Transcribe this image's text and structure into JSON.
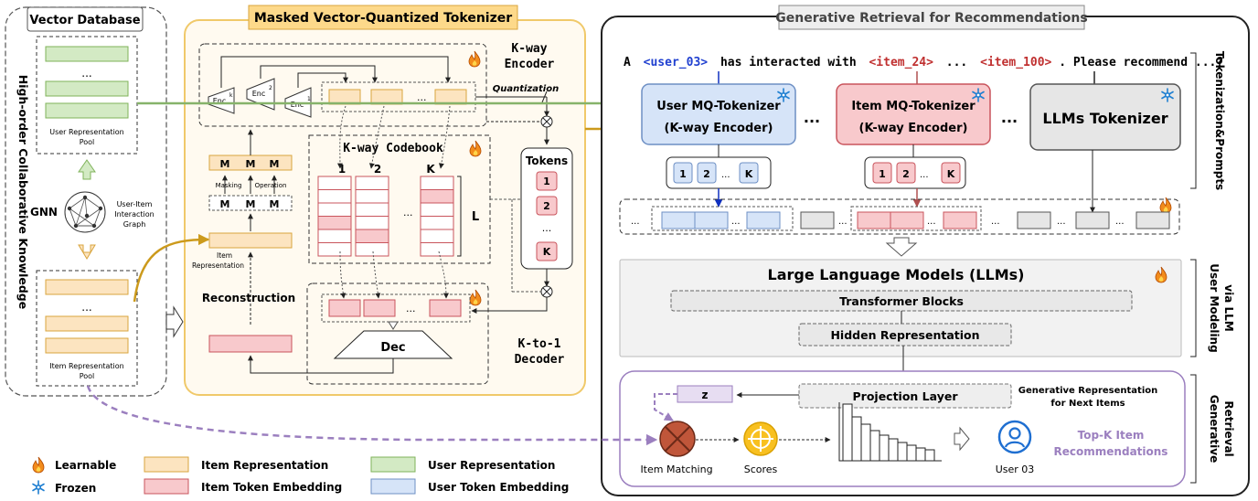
{
  "vector_db": {
    "title": "Vector Database",
    "user_pool": [
      "User Representation",
      "Pool"
    ],
    "item_pool": [
      "Item Representation",
      "Pool"
    ],
    "side_label": "High-order Collaborative Knowledge",
    "gnn": "GNN",
    "graph_label": [
      "User-Item",
      "Interaction",
      "Graph"
    ],
    "ellipsis": "..."
  },
  "mvq": {
    "title": "Masked Vector-Quantized Tokenizer",
    "encoder": [
      "K-way",
      "Encoder"
    ],
    "enc_k": "Enc",
    "sup_k": "k",
    "enc_2": "Enc",
    "sup_2": "2",
    "enc_1": "Enc",
    "sup_1": "1",
    "quantization": "Quantization",
    "codebook": "K-way Codebook",
    "cb_headers": [
      "1",
      "2",
      "K"
    ],
    "cb_L": "L",
    "tokens": "Tokens",
    "token_items": [
      "1",
      "2",
      "...",
      "K"
    ],
    "masking": "Masking",
    "operation": "Operation",
    "mask": "M",
    "item_repr": [
      "Item",
      "Representation"
    ],
    "reconstruction": "Reconstruction",
    "dec": "Dec",
    "decoder": [
      "K-to-1",
      "Decoder"
    ],
    "dots": "..."
  },
  "gen": {
    "title": "Generative Retrieval for Recommendations",
    "prompt": {
      "a": "A",
      "user": "<user_03>",
      "mid": "has interacted with",
      "item1": "<item_24>",
      "dots": "...",
      "item2": "<item_100>",
      "end": ". Please recommend ...?"
    },
    "user_tok": [
      "User MQ-Tokenizer",
      "(K-way Encoder)"
    ],
    "item_tok": [
      "Item MQ-Tokenizer",
      "(K-way Encoder)"
    ],
    "llm_tok": "LLMs Tokenizer",
    "dots": "...",
    "token_ids": [
      "1",
      "2",
      "K"
    ],
    "llm": "Large Language Models (LLMs)",
    "transformer": "Transformer Blocks",
    "hidden": "Hidden Representation",
    "projection": "Projection Layer",
    "z": "z",
    "gen_repr": [
      "Generative Representation",
      "for Next Items"
    ],
    "matching": "Item Matching",
    "scores": "Scores",
    "user": "User 03",
    "topk": [
      "Top-K Item",
      "Recommendations"
    ],
    "side_labels": {
      "tokenization": "Tokenization&Prompts",
      "modeling": [
        "User Modeling",
        "via LLM"
      ],
      "retrieval": [
        "Generative",
        "Retrieval"
      ]
    }
  },
  "legend": {
    "learnable": "Learnable",
    "frozen": "Frozen",
    "item_repr": "Item Representation",
    "item_token": "Item Token Embedding",
    "user_repr": "User Representation",
    "user_token": "User Token Embedding"
  },
  "colors": {
    "item_repr_fill": "#fce4c0",
    "item_repr_stroke": "#d9a53e",
    "item_token_fill": "#f8c9cc",
    "item_token_stroke": "#c9545c",
    "user_repr_fill": "#d3eac4",
    "user_repr_stroke": "#7fb35a",
    "user_token_fill": "#d6e4f8",
    "user_token_stroke": "#6d8fc4",
    "mvq_bg": "#fffaf0",
    "mvq_border": "#f0c96a",
    "title_bg": "#fdd98a",
    "arrow_gold": "#cc9a1c",
    "arrow_green": "#86b36a",
    "purple": "#9b7fbf",
    "blue_icon": "#1f6fd1",
    "prompt_user": "#2040d0",
    "prompt_item": "#c03030"
  },
  "icons": [
    "fire-icon",
    "snowflake-icon",
    "target-icon",
    "user-icon",
    "graph-icon",
    "x-circle-icon"
  ]
}
